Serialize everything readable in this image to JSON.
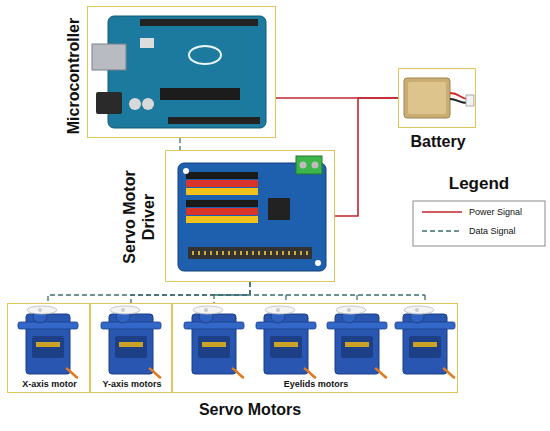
{
  "diagram": {
    "nodes": [
      {
        "text": [
          "Microcontroller"
        ]
      },
      {
        "text": [
          "Battery"
        ]
      },
      {
        "text": [
          "Servo Motor Driver"
        ]
      },
      {
        "text": [
          "X-axis motor"
        ]
      },
      {
        "text": [
          "Y-axis motors"
        ]
      },
      {
        "text": [
          "Eyelids motors"
        ]
      }
    ],
    "edges": [
      {
        "from": 0,
        "to": 1,
        "arrow": "none"
      },
      {
        "from": 2,
        "to": 1,
        "arrow": "none"
      },
      {
        "from": 0,
        "to": 2,
        "arrow": "none"
      },
      {
        "from": 2,
        "to": 3,
        "arrow": "none"
      },
      {
        "from": 2,
        "to": 4,
        "arrow": "none"
      },
      {
        "from": 2,
        "to": 5,
        "arrow": "none"
      }
    ],
    "labels": [
      "Legend",
      "Servo Motors"
    ],
    "legend": [
      {
        "text": "Power Signal"
      },
      {
        "text": "Data Signal"
      }
    ]
  }
}
